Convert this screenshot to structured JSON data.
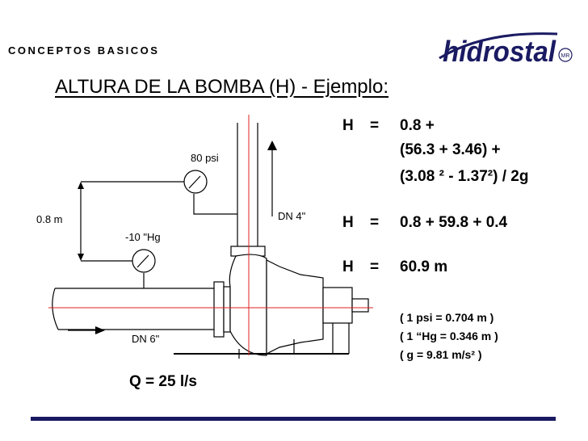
{
  "header": {
    "label": "CONCEPTOS BASICOS"
  },
  "brand": {
    "name": "Hidrostal",
    "mark": "MR",
    "color": "#1a1a63"
  },
  "slide": {
    "title": "ALTURA DE LA BOMBA (H) - Ejemplo:"
  },
  "diagram": {
    "discharge_pressure": "80 psi",
    "suction_pressure": "-10 \"Hg",
    "height_diff": "0.8 m",
    "discharge_pipe": "DN 4\"",
    "suction_pipe": "DN 6\"",
    "axis_color": "#e02020"
  },
  "equations": {
    "l1_lhs": "H",
    "l1_eq": "=",
    "l1_rhs": "0.8 +",
    "l2": "(56.3 + 3.46) +",
    "l3": "(3.08 ² - 1.37²) / 2g",
    "l4_lhs": "H",
    "l4_eq": "=",
    "l4_rhs": "0.8 + 59.8 + 0.4",
    "l5_lhs": "H",
    "l5_eq": "=",
    "l5_rhs": "60.9 m"
  },
  "conversions": [
    "( 1 psi = 0.704 m )",
    "( 1 “Hg = 0.346 m )",
    "( g = 9.81 m/s² )"
  ],
  "flow": {
    "label": "Q = 25 l/s"
  }
}
